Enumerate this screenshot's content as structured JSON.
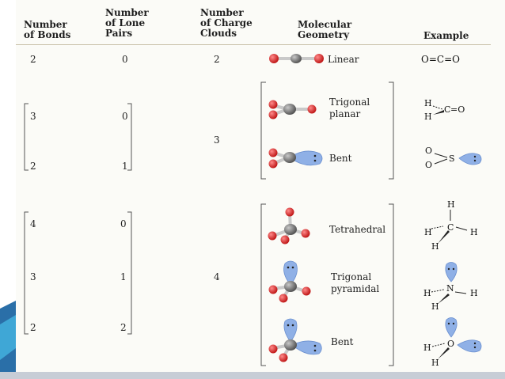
{
  "headers": {
    "bonds": [
      "Number",
      "of Bonds"
    ],
    "lone_pairs": [
      "Number",
      "of Lone",
      "Pairs"
    ],
    "charge_clouds": [
      "Number",
      "of Charge",
      "Clouds"
    ],
    "geometry": [
      "Molecular",
      "Geometry"
    ],
    "example": "Example"
  },
  "rows": {
    "linear": {
      "bonds": "2",
      "lone": "0",
      "clouds": "2",
      "geometry": "Linear",
      "example": "O=C=O"
    },
    "trigonal_planar": {
      "bonds": "3",
      "lone": "0",
      "geometry": [
        "Trigonal",
        "planar"
      ]
    },
    "bent3": {
      "bonds": "2",
      "lone": "1",
      "geometry": "Bent"
    },
    "group3_clouds": "3",
    "tetrahedral": {
      "bonds": "4",
      "lone": "0",
      "geometry": "Tetrahedral"
    },
    "trigonal_pyramidal": {
      "bonds": "3",
      "lone": "1",
      "geometry": [
        "Trigonal",
        "pyramidal"
      ]
    },
    "bent4": {
      "bonds": "2",
      "lone": "2",
      "geometry": "Bent"
    },
    "group4_clouds": "4"
  },
  "atoms": {
    "H": "H",
    "C": "C",
    "O": "O",
    "S": "S",
    "N": "N",
    "eqO": "=O"
  },
  "colors": {
    "oxygen": "#d42a2a",
    "carbon": "#777777",
    "lone_pair": "#8fb0e6",
    "bond": "#c9c9c9"
  }
}
